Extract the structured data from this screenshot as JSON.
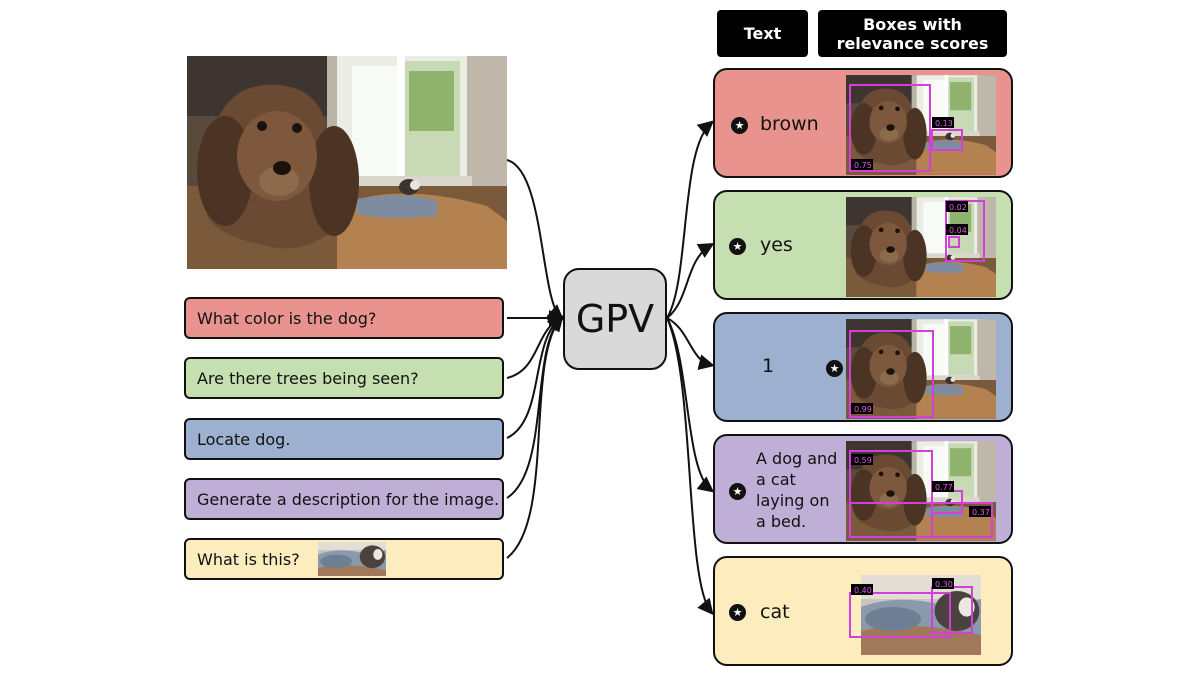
{
  "headers": {
    "text": "Text",
    "boxes": "Boxes with relevance scores"
  },
  "model": {
    "name": "GPV"
  },
  "questions": [
    {
      "text": "What color is the dog?",
      "color": "#e8938e"
    },
    {
      "text": "Are there trees being seen?",
      "color": "#c5dfb1"
    },
    {
      "text": "Locate dog.",
      "color": "#9eb0cf"
    },
    {
      "text": "Generate a description for the image.",
      "color": "#bfaed6"
    },
    {
      "text": "What is this?",
      "color": "#fcecbe"
    }
  ],
  "outputs": [
    {
      "text": "brown",
      "color": "#e8938e",
      "scores": [
        "0.13",
        "0.75"
      ]
    },
    {
      "text": "yes",
      "color": "#c5dfb1",
      "scores": [
        "0.02",
        "0.04"
      ]
    },
    {
      "text": "1",
      "color": "#9eb0cf",
      "scores": [
        "0.99"
      ]
    },
    {
      "text": "A dog and a cat laying on a bed.",
      "color": "#bfaed6",
      "scores": [
        "0.59",
        "0.77",
        "0.37"
      ]
    },
    {
      "text": "cat",
      "color": "#fcecbe",
      "scores": [
        "0.40",
        "0.30"
      ]
    }
  ],
  "box_color": "#d23fd9",
  "icons": {
    "output_marker": "star-circle-icon"
  }
}
